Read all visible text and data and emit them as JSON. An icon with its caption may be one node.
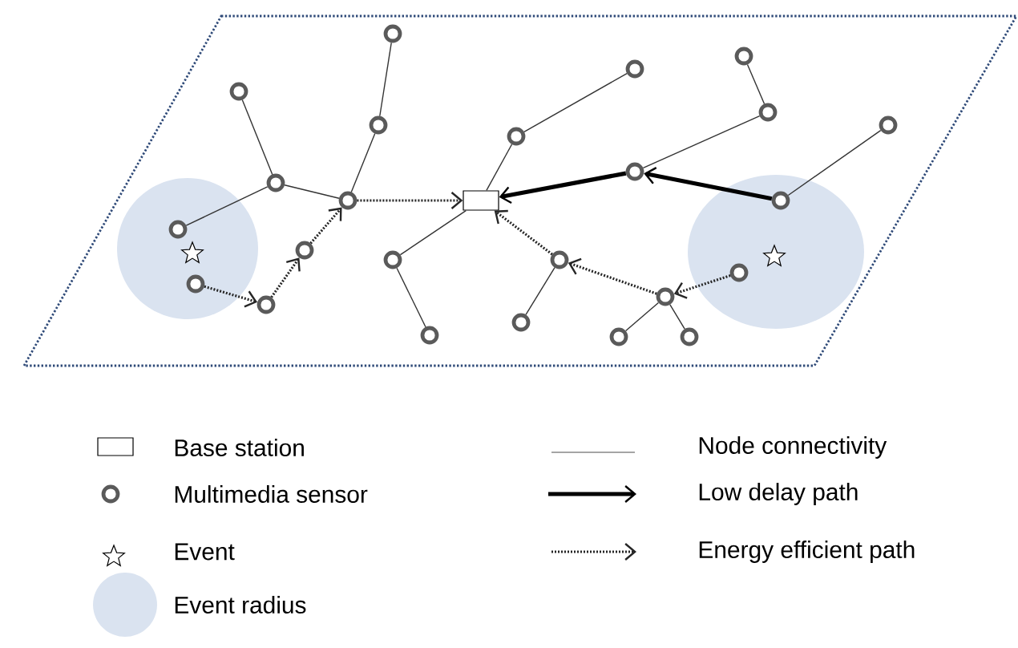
{
  "diagram": {
    "nodes": [
      {
        "text": [],
        "shape": "circle"
      },
      {
        "text": [],
        "shape": "circle"
      },
      {
        "text": [],
        "shape": "circle"
      },
      {
        "text": [],
        "shape": "circle"
      },
      {
        "text": [],
        "shape": "circle"
      },
      {
        "text": [],
        "shape": "circle"
      },
      {
        "text": [],
        "shape": "circle"
      },
      {
        "text": [],
        "shape": "circle"
      },
      {
        "text": [],
        "shape": "circle"
      },
      {
        "text": [],
        "shape": "circle"
      },
      {
        "text": [],
        "shape": "circle"
      },
      {
        "text": [],
        "shape": "box"
      },
      {
        "text": [],
        "shape": "circle"
      },
      {
        "text": [],
        "shape": "circle"
      },
      {
        "text": [],
        "shape": "circle"
      },
      {
        "text": [],
        "shape": "circle"
      },
      {
        "text": [],
        "shape": "circle"
      },
      {
        "text": [],
        "shape": "circle"
      },
      {
        "text": [],
        "shape": "circle"
      },
      {
        "text": [],
        "shape": "circle"
      },
      {
        "text": [],
        "shape": "circle"
      },
      {
        "text": [],
        "shape": "circle"
      },
      {
        "text": [],
        "shape": "circle"
      },
      {
        "text": [],
        "shape": "circle"
      },
      {
        "text": [],
        "shape": "circle"
      }
    ],
    "edges": [
      {
        "from": 0,
        "to": 4,
        "arrow": "none"
      },
      {
        "from": 2,
        "to": 4,
        "arrow": "none"
      },
      {
        "from": 4,
        "to": 6,
        "arrow": "none"
      },
      {
        "from": 6,
        "to": 7,
        "arrow": "none"
      },
      {
        "from": 7,
        "to": 8,
        "arrow": "none"
      },
      {
        "from": 11,
        "to": 12,
        "arrow": "none"
      },
      {
        "from": 12,
        "to": 16,
        "arrow": "none"
      },
      {
        "from": 11,
        "to": 9,
        "arrow": "none"
      },
      {
        "from": 9,
        "to": 10,
        "arrow": "none"
      },
      {
        "from": 21,
        "to": 22,
        "arrow": "none"
      },
      {
        "from": 22,
        "to": 17,
        "arrow": "none"
      },
      {
        "from": 23,
        "to": 24,
        "arrow": "none"
      },
      {
        "from": 14,
        "to": 13,
        "arrow": "none"
      },
      {
        "from": 18,
        "to": 15,
        "arrow": "none"
      },
      {
        "from": 18,
        "to": 19,
        "arrow": "none"
      },
      {
        "from": 1,
        "to": 3,
        "arrow": "to",
        "style": "dashed"
      },
      {
        "from": 3,
        "to": 5,
        "arrow": "to",
        "style": "dashed"
      },
      {
        "from": 5,
        "to": 6,
        "arrow": "to",
        "style": "dashed"
      },
      {
        "from": 6,
        "to": 11,
        "arrow": "to",
        "style": "dashed"
      },
      {
        "from": 20,
        "to": 18,
        "arrow": "to",
        "style": "dashed"
      },
      {
        "from": 18,
        "to": 14,
        "arrow": "to",
        "style": "dashed"
      },
      {
        "from": 14,
        "to": 11,
        "arrow": "to",
        "style": "dashed"
      },
      {
        "from": 23,
        "to": 17,
        "arrow": "to",
        "style": "thick"
      },
      {
        "from": 17,
        "to": 11,
        "arrow": "to",
        "style": "thick"
      }
    ],
    "legend": [
      {
        "text": "Base station"
      },
      {
        "text": "Multimedia sensor"
      },
      {
        "text": "Event"
      },
      {
        "text": "Event radius",
        "color": "#dae3f0"
      },
      {
        "text": "Node connectivity"
      },
      {
        "text": "Low delay path"
      },
      {
        "text": "Energy efficient path"
      }
    ]
  }
}
